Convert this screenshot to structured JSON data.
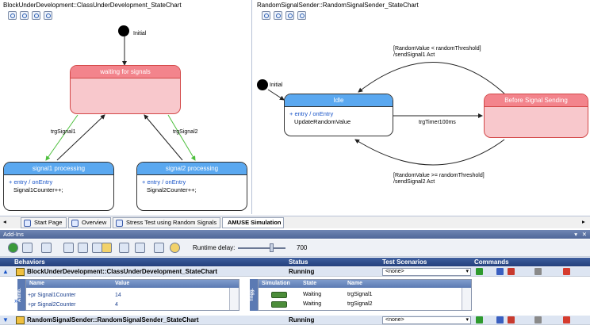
{
  "left_diagram": {
    "title": "BlockUnderDevelopment::ClassUnderDevelopment_StateChart",
    "initial_label": "Initial",
    "state_waiting": {
      "name": "waiting for signals"
    },
    "state_signal1": {
      "name": "signal1 processing",
      "entry": "+ entry / onEntry",
      "action": "Signal1Counter++;"
    },
    "state_signal2": {
      "name": "signal2 processing",
      "entry": "+ entry / onEntry",
      "action": "Signal2Counter++;"
    },
    "trans_signal1": "trgSignal1",
    "trans_signal2": "trgSignal2"
  },
  "right_diagram": {
    "title": "RandomSignalSender::RandomSignalSender_StateChart",
    "initial_label": "Initial",
    "state_idle": {
      "name": "Idle",
      "entry": "+ entry / onEntry",
      "action": "UpdateRandomValue"
    },
    "state_before": {
      "name": "Before Signal Sending"
    },
    "trans_top_line1": "[RandomValue < randomThreshold]",
    "trans_top_line2": "/sendSignal1 Act",
    "trans_timer": "trgTimer100ms",
    "trans_bottom_line1": "[RandomValue >= randomThreshold]",
    "trans_bottom_line2": "/sendSignal2 Act"
  },
  "tabs": {
    "start_page": "Start Page",
    "overview": "Overview",
    "stress_test": "Stress Test using Random Signals",
    "amuse_sim": "AMUSE Simulation"
  },
  "addins": {
    "title": "Add-Ins",
    "runtime_delay_label": "Runtime delay:",
    "runtime_delay_value": "700"
  },
  "grid": {
    "col_behaviors": "Behaviors",
    "col_status": "Status",
    "col_test_scenarios": "Test Scenarios",
    "col_commands": "Commands",
    "rows": [
      {
        "name": "BlockUnderDevelopment::ClassUnderDevelopment_StateChart",
        "status": "Running",
        "scenario": "<none>"
      },
      {
        "name": "RandomSignalSender::RandomSignalSender_StateChart",
        "status": "Running",
        "scenario": "<none>"
      }
    ]
  },
  "attributes": {
    "tab_label": "Attrib.",
    "col_name": "Name",
    "col_value": "Value",
    "rows": [
      {
        "name": "+pr Signal1Counter",
        "value": "14"
      },
      {
        "name": "+pr Signal2Counter",
        "value": "4"
      }
    ]
  },
  "triggers": {
    "tab_label": "Trigg.",
    "col_simulation": "Simulation",
    "col_state": "State",
    "col_name": "Name",
    "rows": [
      {
        "state": "Waiting",
        "name": "trgSignal1"
      },
      {
        "state": "Waiting",
        "name": "trgSignal2"
      }
    ]
  }
}
